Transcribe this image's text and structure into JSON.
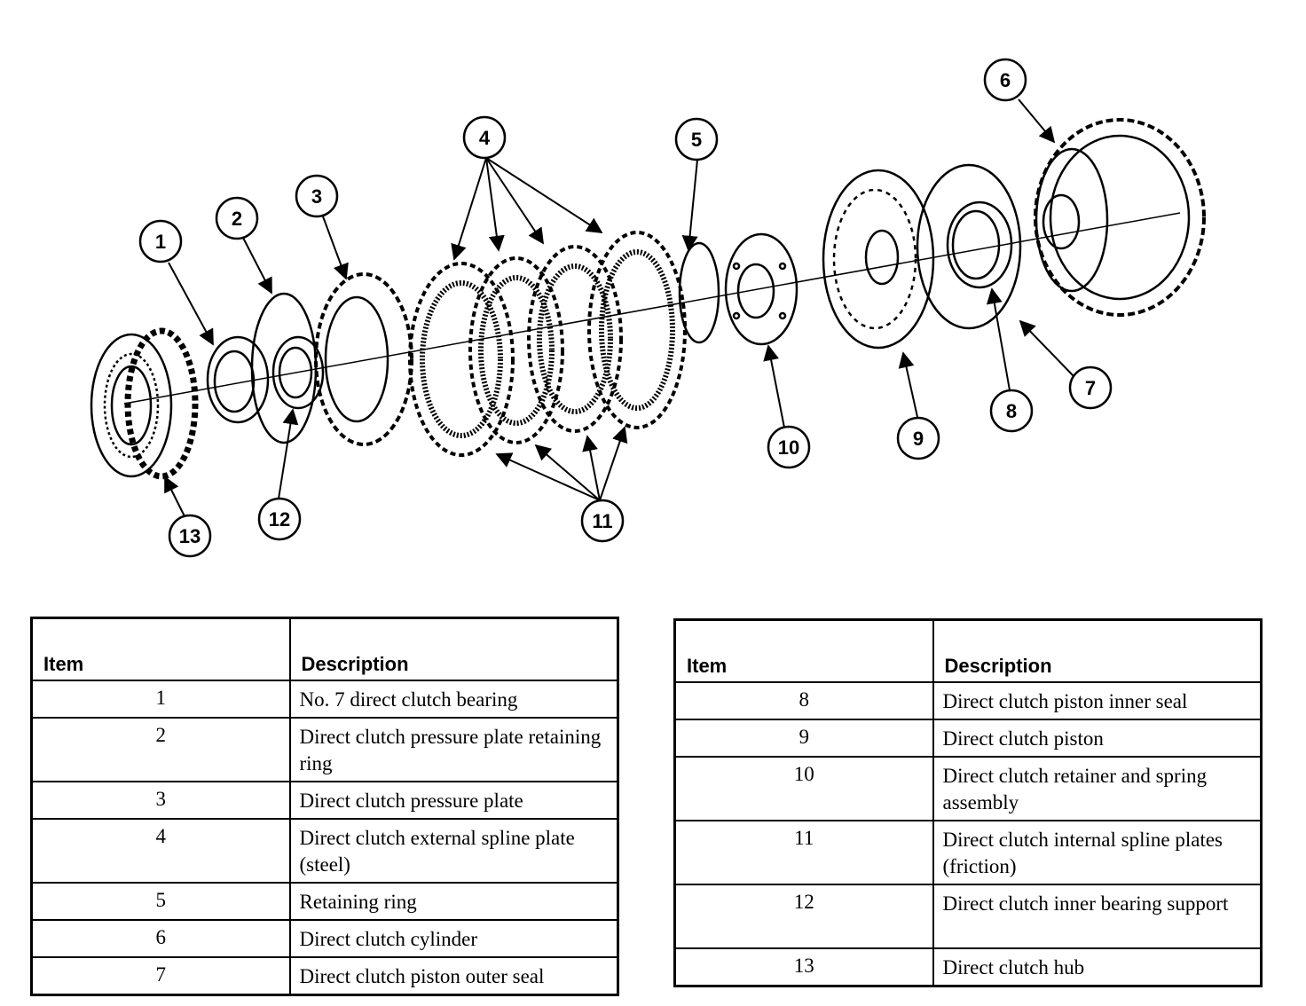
{
  "callouts": [
    "1",
    "2",
    "3",
    "4",
    "5",
    "6",
    "7",
    "8",
    "9",
    "10",
    "11",
    "12",
    "13"
  ],
  "table_left": {
    "header_item": "Item",
    "header_desc": "Description",
    "rows": [
      {
        "item": "1",
        "desc": "No. 7 direct clutch bearing"
      },
      {
        "item": "2",
        "desc": "Direct clutch pressure plate retaining ring"
      },
      {
        "item": "3",
        "desc": "Direct clutch pressure plate"
      },
      {
        "item": "4",
        "desc": "Direct clutch external spline plate (steel)"
      },
      {
        "item": "5",
        "desc": "Retaining ring"
      },
      {
        "item": "6",
        "desc": "Direct clutch cylinder"
      },
      {
        "item": "7",
        "desc": "Direct clutch piston outer seal"
      }
    ]
  },
  "table_right": {
    "header_item": "Item",
    "header_desc": "Description",
    "rows": [
      {
        "item": "8",
        "desc": "Direct clutch piston inner seal"
      },
      {
        "item": "9",
        "desc": "Direct clutch piston"
      },
      {
        "item": "10",
        "desc": "Direct clutch retainer and spring assembly"
      },
      {
        "item": "11",
        "desc": "Direct clutch internal spline plates (friction)"
      },
      {
        "item": "12",
        "desc": "Direct clutch inner bearing support"
      },
      {
        "item": "13",
        "desc": "Direct clutch hub"
      }
    ]
  }
}
